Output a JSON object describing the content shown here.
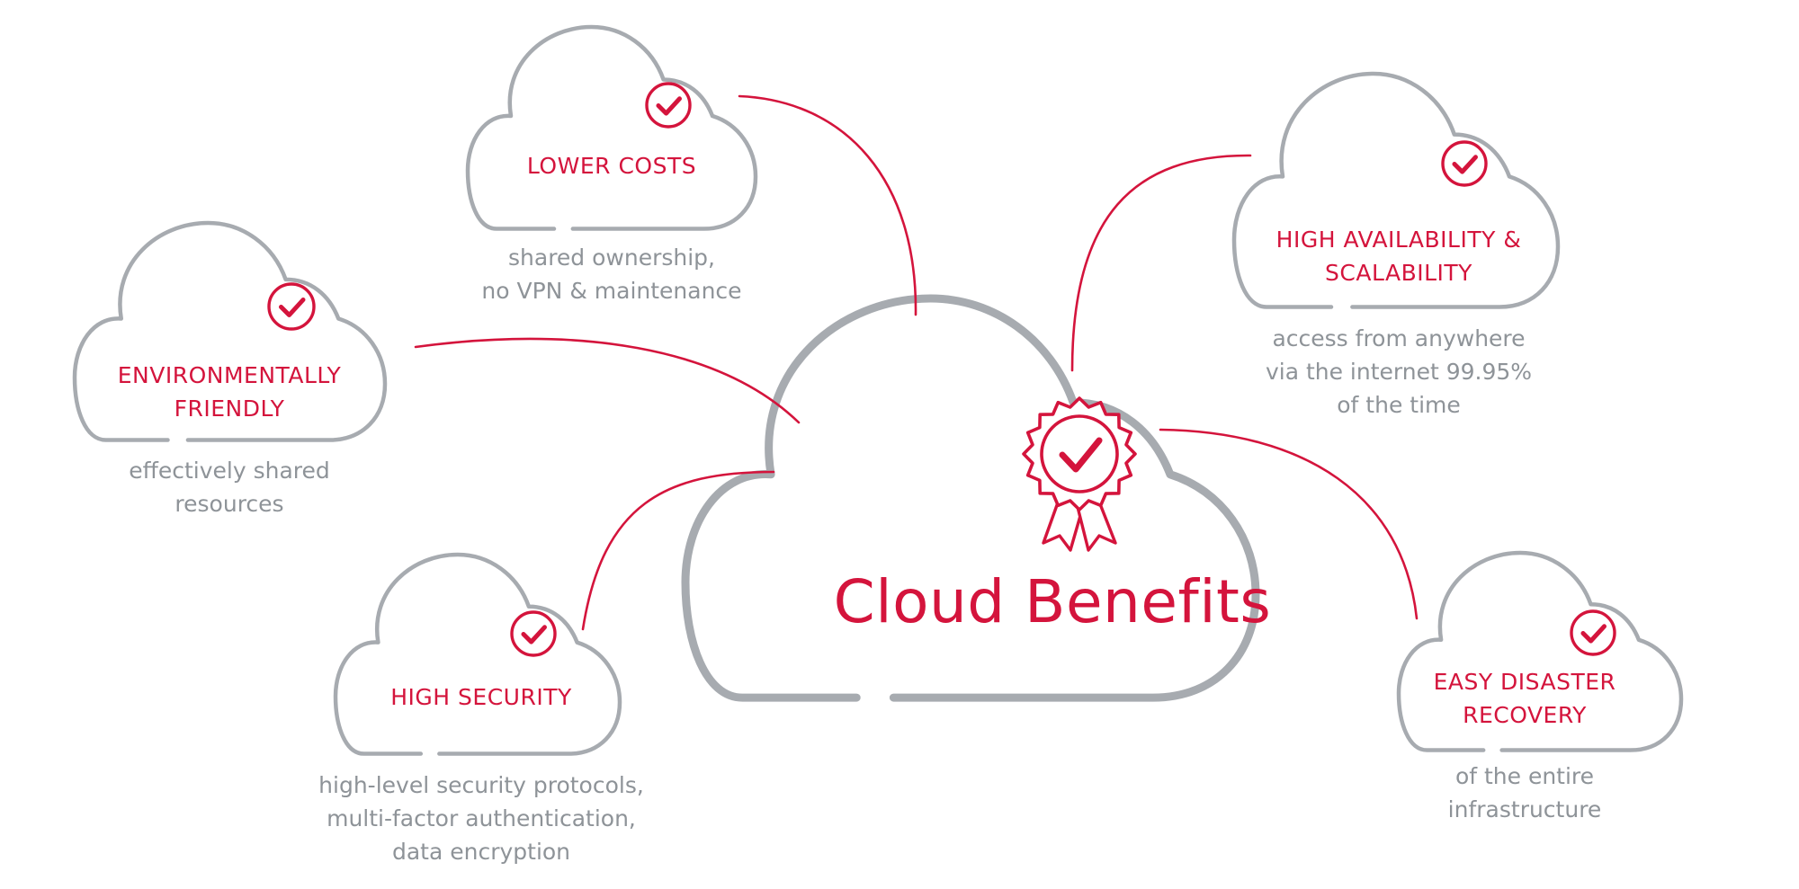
{
  "diagram": {
    "title": "Cloud Benefits",
    "benefits": [
      {
        "label_line1": "LOWER COSTS",
        "label_line2": "",
        "description_line1": "shared ownership,",
        "description_line2": "no VPN & maintenance",
        "description_line3": ""
      },
      {
        "label_line1": "HIGH AVAILABILITY &",
        "label_line2": "SCALABILITY",
        "description_line1": "access from anywhere",
        "description_line2": "via the internet 99.95%",
        "description_line3": "of the time"
      },
      {
        "label_line1": "ENVIRONMENTALLY",
        "label_line2": "FRIENDLY",
        "description_line1": "effectively shared",
        "description_line2": "resources",
        "description_line3": ""
      },
      {
        "label_line1": "HIGH SECURITY",
        "label_line2": "",
        "description_line1": "high-level security protocols,",
        "description_line2": "multi-factor authentication,",
        "description_line3": "data encryption"
      },
      {
        "label_line1": "EASY DISASTER",
        "label_line2": "RECOVERY",
        "description_line1": "of the entire",
        "description_line2": "infrastructure",
        "description_line3": ""
      }
    ]
  },
  "icons": {
    "central": "award-rosette-check-icon",
    "benefit": "check-circle-icon"
  },
  "colors": {
    "accent": "#d4143c",
    "cloud_outline": "#a7abb0",
    "description_text": "#8e9398",
    "background": "#ffffff"
  }
}
